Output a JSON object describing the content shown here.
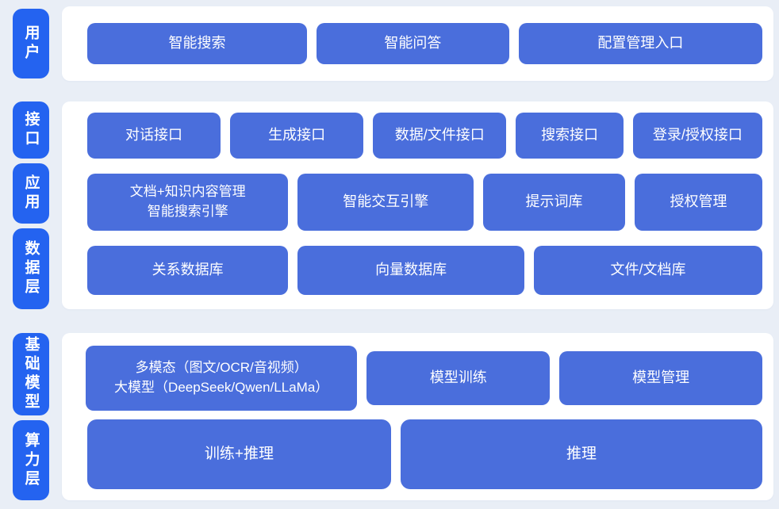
{
  "colors": {
    "background": "#e9eef6",
    "panel": "#ffffff",
    "layer_label": "#2463f0",
    "block": "#4a6edc",
    "block_text": "#ffffff"
  },
  "sections": [
    {
      "rows": [
        {
          "layer_label": "用户",
          "blocks": [
            "智能搜索",
            "智能问答",
            "配置管理入口"
          ]
        }
      ]
    },
    {
      "rows": [
        {
          "layer_label": "接口",
          "blocks": [
            "对话接口",
            "生成接口",
            "数据/文件接口",
            "搜索接口",
            "登录/授权接口"
          ]
        },
        {
          "layer_label": "应用",
          "blocks": [
            "文档+知识内容管理\n智能搜索引擎",
            "智能交互引擎",
            "提示词库",
            "授权管理"
          ]
        },
        {
          "layer_label": "数据层",
          "blocks": [
            "关系数据库",
            "向量数据库",
            "文件/文档库"
          ]
        }
      ]
    },
    {
      "rows": [
        {
          "layer_label": "基础模型",
          "blocks": [
            "多模态（图文/OCR/音视频）\n大模型（DeepSeek/Qwen/LLaMa）",
            "模型训练",
            "模型管理"
          ]
        },
        {
          "layer_label": "算力层",
          "blocks": [
            "训练+推理",
            "推理"
          ]
        }
      ]
    }
  ]
}
